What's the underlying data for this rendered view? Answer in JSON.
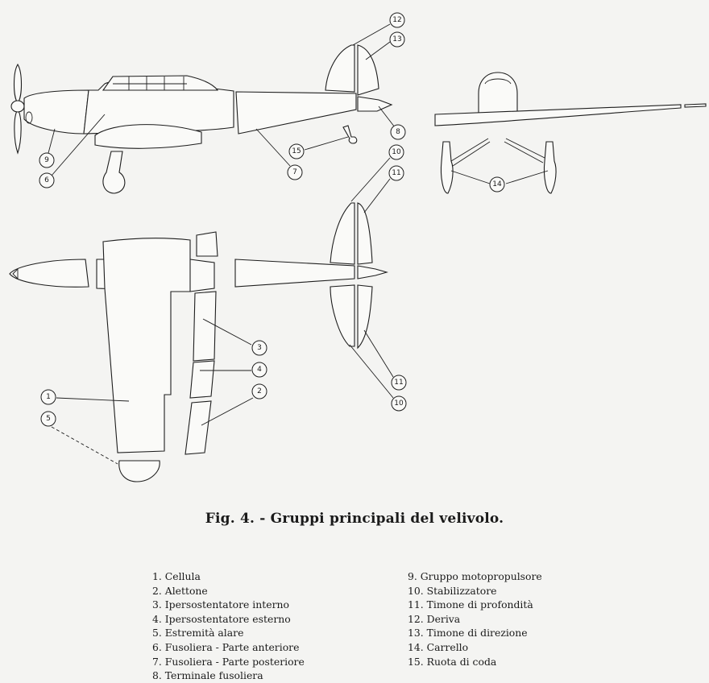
{
  "caption": "Fig. 4. - Gruppi principali del velivolo.",
  "callouts": {
    "c1": "1",
    "c2": "2",
    "c3": "3",
    "c4": "4",
    "c5": "5",
    "c6": "6",
    "c7": "7",
    "c8": "8",
    "c9": "9",
    "c10a": "10",
    "c10b": "10",
    "c11a": "11",
    "c11b": "11",
    "c12": "12",
    "c13": "13",
    "c14": "14",
    "c15": "15"
  },
  "legend": {
    "left": [
      "1. Cellula",
      "2. Alettone",
      "3. Ipersostentatore interno",
      "4. Ipersostentatore esterno",
      "5. Estremità alare",
      "6. Fusoliera - Parte anteriore",
      "7. Fusoliera - Parte posteriore",
      "8. Terminale fusoliera"
    ],
    "right": [
      "9. Gruppo motopropulsore",
      "10. Stabilizzatore",
      "11. Timone di profondità",
      "12. Deriva",
      "13. Timone di direzione",
      "14. Carrello",
      "15. Ruota di coda"
    ]
  }
}
